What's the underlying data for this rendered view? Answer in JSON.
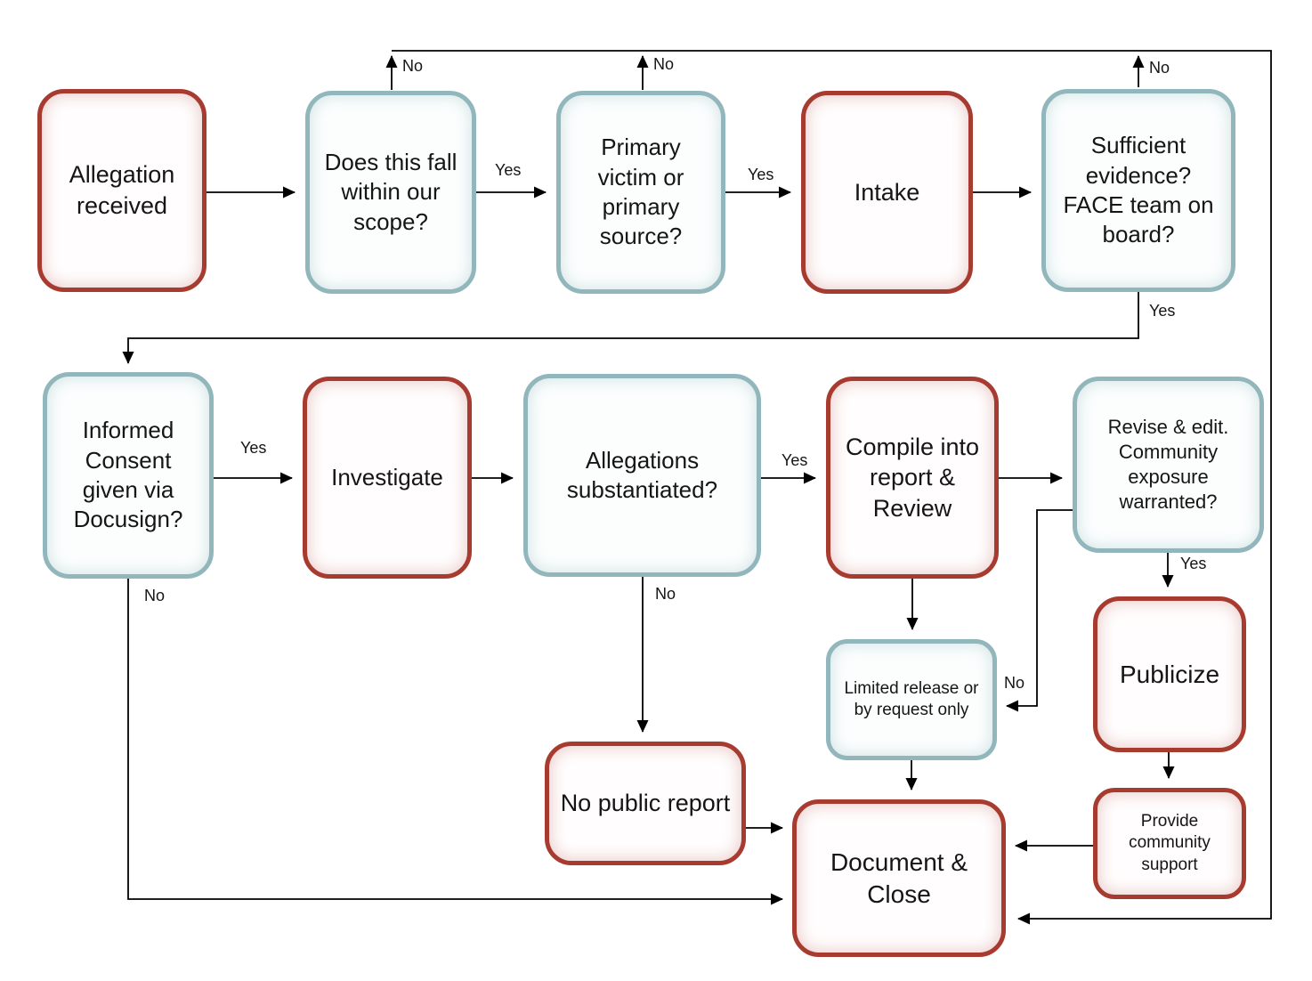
{
  "diagram": {
    "type": "flowchart",
    "nodes": [
      {
        "id": "allegation-received",
        "label": "Allegation received",
        "style": "red"
      },
      {
        "id": "scope-question",
        "label": "Does this fall within our scope?",
        "style": "teal"
      },
      {
        "id": "primary-source-question",
        "label": "Primary victim or primary source?",
        "style": "teal"
      },
      {
        "id": "intake",
        "label": "Intake",
        "style": "red"
      },
      {
        "id": "evidence-question",
        "label": "Sufficient evidence? FACE team on board?",
        "style": "teal"
      },
      {
        "id": "informed-consent-question",
        "label": "Informed Consent given via Docusign?",
        "style": "teal"
      },
      {
        "id": "investigate",
        "label": "Investigate",
        "style": "red"
      },
      {
        "id": "substantiated-question",
        "label": "Allegations substantiated?",
        "style": "teal"
      },
      {
        "id": "compile-report",
        "label": "Compile into report & Review",
        "style": "red"
      },
      {
        "id": "revise-edit-question",
        "label": "Revise & edit. Community exposure warranted?",
        "style": "teal"
      },
      {
        "id": "limited-release",
        "label": "Limited release or by request only",
        "style": "teal"
      },
      {
        "id": "publicize",
        "label": "Publicize",
        "style": "red"
      },
      {
        "id": "no-public-report",
        "label": "No public report",
        "style": "red"
      },
      {
        "id": "document-close",
        "label": "Document & Close",
        "style": "red"
      },
      {
        "id": "community-support",
        "label": "Provide community support",
        "style": "red"
      }
    ],
    "edge_labels": [
      {
        "id": "no-scope",
        "text": "No"
      },
      {
        "id": "yes-scope",
        "text": "Yes"
      },
      {
        "id": "no-primary",
        "text": "No"
      },
      {
        "id": "yes-primary",
        "text": "Yes"
      },
      {
        "id": "no-evidence",
        "text": "No"
      },
      {
        "id": "yes-evidence",
        "text": "Yes"
      },
      {
        "id": "yes-consent",
        "text": "Yes"
      },
      {
        "id": "no-consent",
        "text": "No"
      },
      {
        "id": "yes-substantiated",
        "text": "Yes"
      },
      {
        "id": "no-substantiated",
        "text": "No"
      },
      {
        "id": "no-revise",
        "text": "No"
      },
      {
        "id": "yes-revise",
        "text": "Yes"
      }
    ],
    "colors": {
      "red_border": "#A83B30",
      "teal_border": "#91B6BB",
      "line": "#000000",
      "text": "#151515",
      "background": "#FFFFFF"
    }
  }
}
